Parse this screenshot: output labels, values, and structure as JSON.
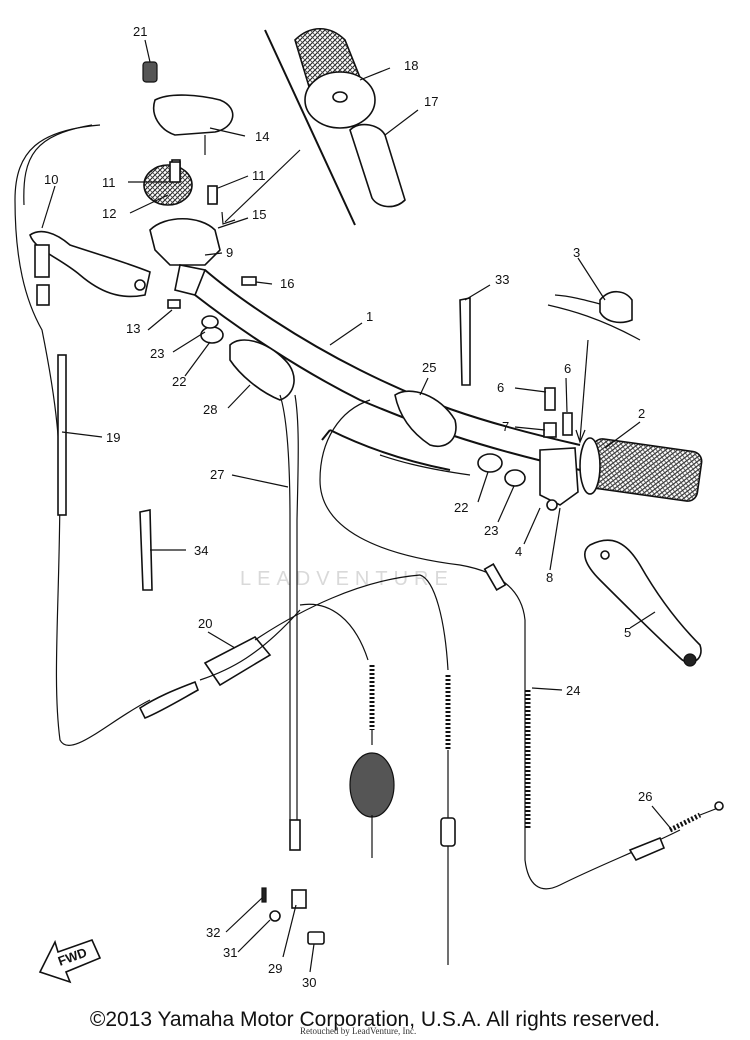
{
  "callouts": [
    "21",
    "18",
    "17",
    "14",
    "10",
    "11",
    "11",
    "12",
    "15",
    "9",
    "16",
    "3",
    "33",
    "1",
    "13",
    "23",
    "22",
    "28",
    "6",
    "6",
    "7",
    "2",
    "25",
    "19",
    "27",
    "22",
    "23",
    "4",
    "8",
    "34",
    "5",
    "20",
    "24",
    "26",
    "32",
    "31",
    "29",
    "30"
  ],
  "direction_label": "FWD",
  "watermark": "LEADVENTURE",
  "copyright": "©2013 Yamaha Motor Corporation, U.S.A. All rights reserved.",
  "credit": "Retouched by LeadVenture, Inc."
}
